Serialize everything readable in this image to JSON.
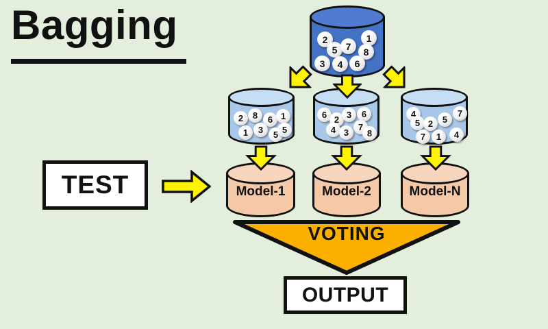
{
  "title": {
    "text": "Bagging"
  },
  "source_dataset": {
    "balls": [
      2,
      1,
      5,
      7,
      8,
      3,
      4,
      6
    ]
  },
  "bootstrap_samples": [
    {
      "balls": [
        2,
        8,
        6,
        1,
        1,
        3,
        5,
        5
      ]
    },
    {
      "balls": [
        6,
        2,
        3,
        6,
        4,
        3,
        7,
        8
      ]
    },
    {
      "balls": [
        4,
        7,
        5,
        2,
        5,
        7,
        1,
        4
      ]
    }
  ],
  "models": [
    {
      "label": "Model-1"
    },
    {
      "label": "Model-2"
    },
    {
      "label": "Model-N"
    }
  ],
  "test": {
    "label": "TEST"
  },
  "voting": {
    "label": "VOTING"
  },
  "output": {
    "label": "OUTPUT"
  },
  "colors": {
    "background": "#E4EEDD",
    "source_cylinder": "#4472C4",
    "sample_cylinder": "#A9C8E9",
    "model_cylinder": "#F5C9A8",
    "arrow_yellow": "#FFF400",
    "voting_orange": "#FBB000",
    "outline": "#111111"
  }
}
